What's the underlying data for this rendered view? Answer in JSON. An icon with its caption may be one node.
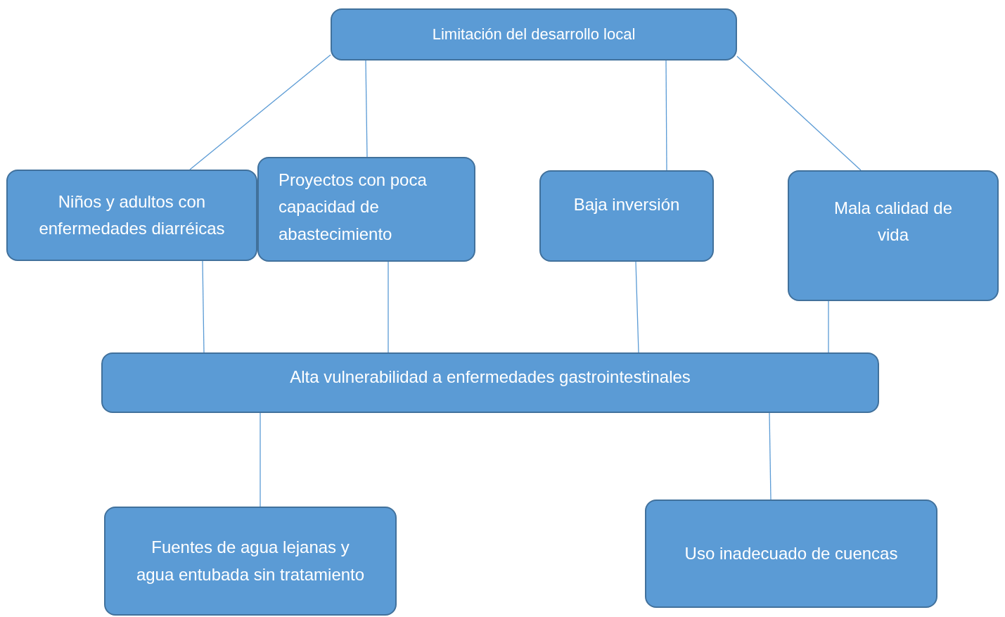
{
  "diagram": {
    "nodes": [
      {
        "text": [
          "Limitación del desarrollo local"
        ]
      },
      {
        "text": [
          "Niños y adultos con enfermedades diarréicas"
        ]
      },
      {
        "text": [
          "Proyectos con poca capacidad de abastecimiento"
        ]
      },
      {
        "text": [
          "Baja inversión"
        ]
      },
      {
        "text": [
          "Mala calidad de vida"
        ]
      },
      {
        "text": [
          "Alta vulnerabilidad a enfermedades gastrointestinales"
        ]
      },
      {
        "text": [
          "Fuentes de agua lejanas y agua entubada sin tratamiento"
        ]
      },
      {
        "text": [
          "Uso inadecuado de cuencas"
        ]
      }
    ],
    "edges": [
      {
        "from": 0,
        "to": 1,
        "arrow": "none"
      },
      {
        "from": 0,
        "to": 2,
        "arrow": "none"
      },
      {
        "from": 0,
        "to": 3,
        "arrow": "none"
      },
      {
        "from": 0,
        "to": 4,
        "arrow": "none"
      },
      {
        "from": 1,
        "to": 5,
        "arrow": "none"
      },
      {
        "from": 2,
        "to": 5,
        "arrow": "none"
      },
      {
        "from": 3,
        "to": 5,
        "arrow": "none"
      },
      {
        "from": 4,
        "to": 5,
        "arrow": "none"
      },
      {
        "from": 5,
        "to": 6,
        "arrow": "none"
      },
      {
        "from": 5,
        "to": 7,
        "arrow": "none"
      }
    ]
  }
}
